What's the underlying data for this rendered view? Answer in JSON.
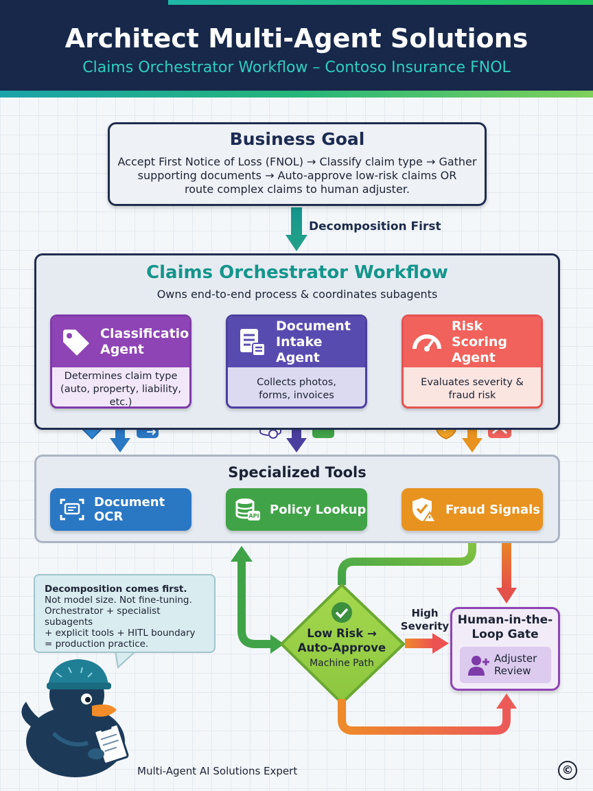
{
  "header": {
    "title": "Architect Multi-Agent Solutions",
    "subtitle": "Claims Orchestrator Workflow – Contoso Insurance FNOL"
  },
  "business_goal": {
    "title": "Business Goal",
    "lines": [
      "Accept First Notice of Loss (FNOL) → Classify claim type → Gather",
      "supporting documents → Auto-approve low-risk claims OR",
      "route complex claims to human adjuster."
    ]
  },
  "decomposition_label": "Decomposition First",
  "orchestrator": {
    "title": "Claims Orchestrator Workflow",
    "subtitle": "Owns end-to-end process & coordinates subagents"
  },
  "agents": [
    {
      "name_line1": "Classification",
      "name_line2": "Agent",
      "desc_line1": "Determines claim type",
      "desc_line2": "(auto, property, liability, etc.)",
      "icon": "tag-icon"
    },
    {
      "name_line1": "Document",
      "name_line2": "Intake Agent",
      "desc_line1": "Collects photos,",
      "desc_line2": "forms, invoices",
      "icon": "document-icon"
    },
    {
      "name_line1": "Risk Scoring",
      "name_line2": "Agent",
      "desc_line1": "Evaluates severity &",
      "desc_line2": "fraud risk",
      "icon": "gauge-icon"
    }
  ],
  "tools": {
    "title": "Specialized Tools",
    "items": [
      {
        "label": "Document OCR",
        "icon": "scanner-icon"
      },
      {
        "label": "Policy Lookup",
        "icon": "database-api-icon"
      },
      {
        "label": "Fraud Signals",
        "icon": "shield-warning-icon"
      }
    ]
  },
  "note": {
    "heading": "Decomposition comes first.",
    "lines": [
      "Not model size. Not fine-tuning.",
      "Orchestrator + specialist subagents",
      "+ explicit tools + HITL boundary",
      "= production practice."
    ]
  },
  "decision": {
    "line1": "Low Risk →",
    "line2": "Auto-Approve",
    "sub": "Machine Path"
  },
  "high_severity": {
    "line1": "High",
    "line2": "Severity"
  },
  "hitl": {
    "title_line1": "Human-in-the-",
    "title_line2": "Loop Gate",
    "adjuster_line1": "Adjuster",
    "adjuster_line2": "Review"
  },
  "footer": "Multi-Agent AI Solutions Expert",
  "copyright": "©",
  "colors": {
    "navy": "#17284a",
    "teal": "#14958c",
    "purple": "#8e44b4",
    "indigo": "#584bb0",
    "coral": "#f0625b",
    "blue": "#2a77c4",
    "green": "#40a348",
    "orange": "#e8921f"
  }
}
